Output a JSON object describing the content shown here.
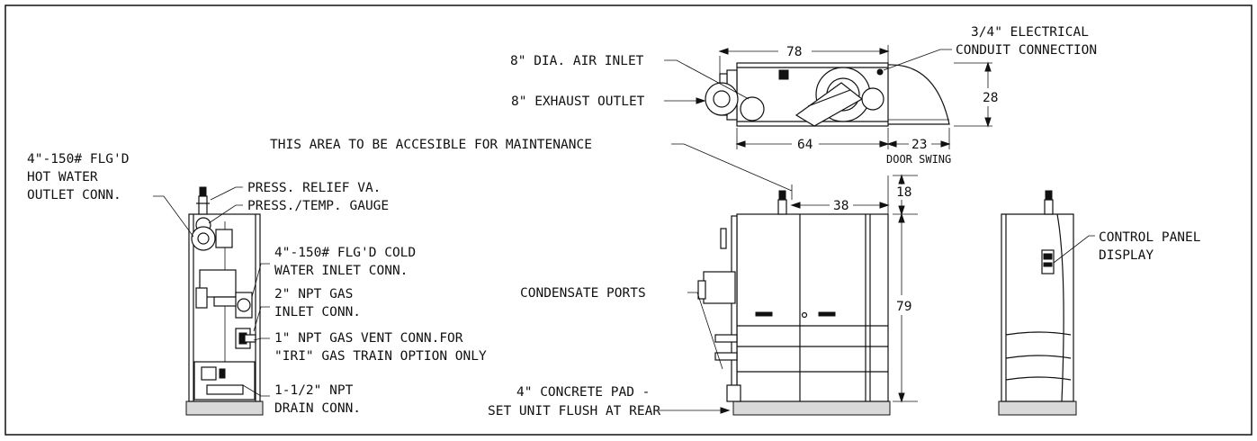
{
  "labels": {
    "hot_water_1": "4\"-150# FLG'D",
    "hot_water_2": "HOT WATER",
    "hot_water_3": "OUTLET CONN.",
    "relief": "PRESS. RELIEF VA.",
    "gauge": "PRESS./TEMP. GAUGE",
    "cold_water_1": "4\"-150# FLG'D COLD",
    "cold_water_2": "WATER INLET CONN.",
    "gas_inlet_1": "2\" NPT GAS",
    "gas_inlet_2": "INLET CONN.",
    "gas_vent_1": "1\" NPT GAS VENT CONN.FOR",
    "gas_vent_2": "\"IRI\" GAS TRAIN OPTION ONLY",
    "drain_1": "1-1/2\" NPT",
    "drain_2": "DRAIN CONN.",
    "air_inlet": "8\" DIA. AIR INLET",
    "exhaust": "8\" EXHAUST OUTLET",
    "electrical_1": "3/4\" ELECTRICAL",
    "electrical_2": "CONDUIT CONNECTION",
    "maintenance": "THIS AREA TO BE ACCESIBLE FOR MAINTENANCE",
    "door_swing": "DOOR SWING",
    "condensate": "CONDENSATE PORTS",
    "pad_1": "4\" CONCRETE PAD -",
    "pad_2": "SET UNIT FLUSH AT REAR",
    "control_1": "CONTROL PANEL",
    "control_2": "DISPLAY"
  },
  "dimensions": {
    "overall_length": "78",
    "depth": "28",
    "body_length": "64",
    "door_swing": "23",
    "top_clearance": "18",
    "flange_offset": "38",
    "height": "79"
  }
}
